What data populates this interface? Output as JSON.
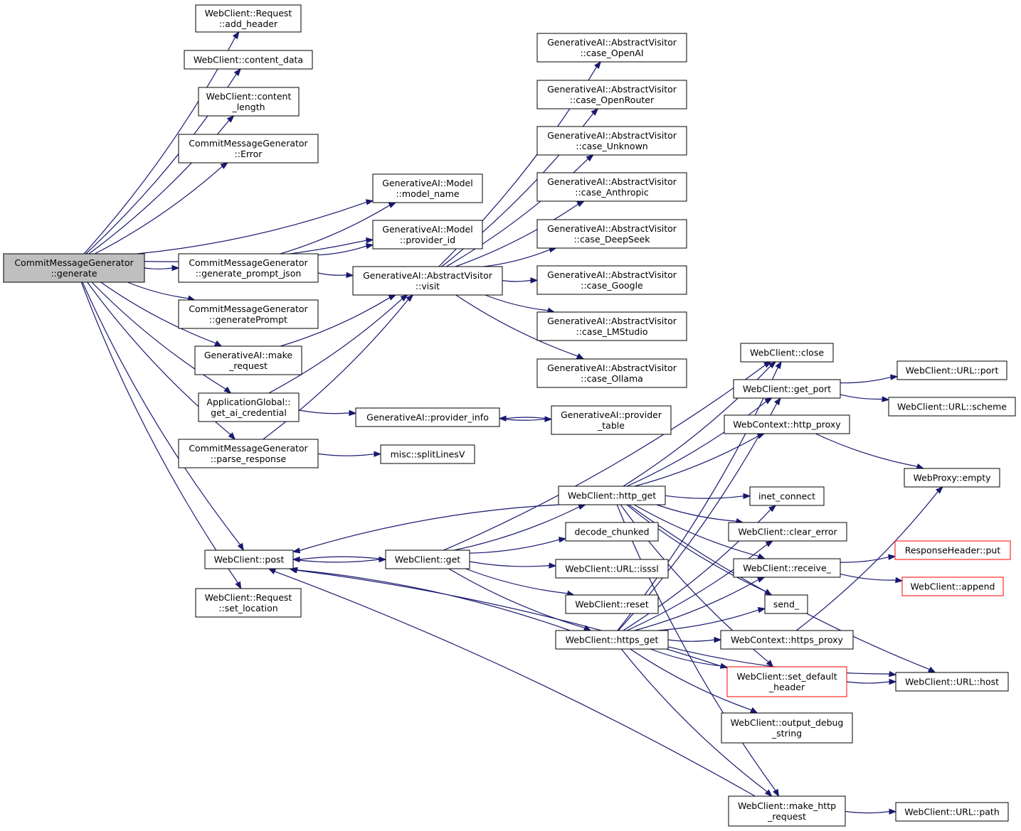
{
  "graph": {
    "title": "",
    "colors": {
      "edge": "#191970",
      "node_border": "#000000",
      "truncated_border": "#ff0000",
      "root_fill": "#bfbfbf",
      "node_fill": "#ffffff"
    },
    "nodes": [
      {
        "id": "root",
        "lines": [
          "CommitMessageGenerator",
          "::generate"
        ],
        "style": "root"
      },
      {
        "id": "add_header",
        "lines": [
          "WebClient::Request",
          "::add_header"
        ]
      },
      {
        "id": "content_data",
        "lines": [
          "WebClient::content_data"
        ]
      },
      {
        "id": "content_length",
        "lines": [
          "WebClient::content",
          "_length"
        ]
      },
      {
        "id": "cmg_error",
        "lines": [
          "CommitMessageGenerator",
          "::Error"
        ]
      },
      {
        "id": "model_name",
        "lines": [
          "GenerativeAI::Model",
          "::model_name"
        ]
      },
      {
        "id": "provider_id",
        "lines": [
          "GenerativeAI::Model",
          "::provider_id"
        ]
      },
      {
        "id": "gen_prompt_json",
        "lines": [
          "CommitMessageGenerator",
          "::generate_prompt_json"
        ]
      },
      {
        "id": "visit",
        "lines": [
          "GenerativeAI::AbstractVisitor",
          "::visit"
        ]
      },
      {
        "id": "generatePrompt",
        "lines": [
          "CommitMessageGenerator",
          "::generatePrompt"
        ]
      },
      {
        "id": "make_request",
        "lines": [
          "GenerativeAI::make",
          "_request"
        ]
      },
      {
        "id": "get_ai_credential",
        "lines": [
          "ApplicationGlobal::",
          "get_ai_credential"
        ]
      },
      {
        "id": "provider_info",
        "lines": [
          "GenerativeAI::provider_info"
        ]
      },
      {
        "id": "provider_table",
        "lines": [
          "GenerativeAI::provider",
          "_table"
        ]
      },
      {
        "id": "parse_response",
        "lines": [
          "CommitMessageGenerator",
          "::parse_response"
        ]
      },
      {
        "id": "splitLinesV",
        "lines": [
          "misc::splitLinesV"
        ]
      },
      {
        "id": "case_OpenAI",
        "lines": [
          "GenerativeAI::AbstractVisitor",
          "::case_OpenAI"
        ]
      },
      {
        "id": "case_OpenRouter",
        "lines": [
          "GenerativeAI::AbstractVisitor",
          "::case_OpenRouter"
        ]
      },
      {
        "id": "case_Unknown",
        "lines": [
          "GenerativeAI::AbstractVisitor",
          "::case_Unknown"
        ]
      },
      {
        "id": "case_Anthropic",
        "lines": [
          "GenerativeAI::AbstractVisitor",
          "::case_Anthropic"
        ]
      },
      {
        "id": "case_DeepSeek",
        "lines": [
          "GenerativeAI::AbstractVisitor",
          "::case_DeepSeek"
        ]
      },
      {
        "id": "case_Google",
        "lines": [
          "GenerativeAI::AbstractVisitor",
          "::case_Google"
        ]
      },
      {
        "id": "case_LMStudio",
        "lines": [
          "GenerativeAI::AbstractVisitor",
          "::case_LMStudio"
        ]
      },
      {
        "id": "case_Ollama",
        "lines": [
          "GenerativeAI::AbstractVisitor",
          "::case_Ollama"
        ]
      },
      {
        "id": "post",
        "lines": [
          "WebClient::post"
        ]
      },
      {
        "id": "set_location",
        "lines": [
          "WebClient::Request",
          "::set_location"
        ]
      },
      {
        "id": "get",
        "lines": [
          "WebClient::get"
        ]
      },
      {
        "id": "http_get",
        "lines": [
          "WebClient::http_get"
        ]
      },
      {
        "id": "https_get",
        "lines": [
          "WebClient::https_get"
        ]
      },
      {
        "id": "decode_chunked",
        "lines": [
          "decode_chunked"
        ]
      },
      {
        "id": "isssl",
        "lines": [
          "WebClient::URL::isssl"
        ]
      },
      {
        "id": "reset",
        "lines": [
          "WebClient::reset"
        ]
      },
      {
        "id": "close",
        "lines": [
          "WebClient::close"
        ]
      },
      {
        "id": "get_port",
        "lines": [
          "WebClient::get_port"
        ]
      },
      {
        "id": "http_proxy",
        "lines": [
          "WebContext::http_proxy"
        ]
      },
      {
        "id": "inet_connect",
        "lines": [
          "inet_connect"
        ]
      },
      {
        "id": "clear_error",
        "lines": [
          "WebClient::clear_error"
        ]
      },
      {
        "id": "receive_",
        "lines": [
          "WebClient::receive_"
        ]
      },
      {
        "id": "send_",
        "lines": [
          "send_"
        ]
      },
      {
        "id": "https_proxy",
        "lines": [
          "WebContext::https_proxy"
        ]
      },
      {
        "id": "set_default_header",
        "lines": [
          "WebClient::set_default",
          "_header"
        ],
        "style": "truncated"
      },
      {
        "id": "output_debug_string",
        "lines": [
          "WebClient::output_debug",
          "_string"
        ]
      },
      {
        "id": "make_http_request",
        "lines": [
          "WebClient::make_http",
          "_request"
        ]
      },
      {
        "id": "url_port",
        "lines": [
          "WebClient::URL::port"
        ]
      },
      {
        "id": "url_scheme",
        "lines": [
          "WebClient::URL::scheme"
        ]
      },
      {
        "id": "proxy_empty",
        "lines": [
          "WebProxy::empty"
        ]
      },
      {
        "id": "response_put",
        "lines": [
          "ResponseHeader::put"
        ],
        "style": "truncated"
      },
      {
        "id": "append",
        "lines": [
          "WebClient::append"
        ],
        "style": "truncated"
      },
      {
        "id": "url_host",
        "lines": [
          "WebClient::URL::host"
        ]
      },
      {
        "id": "url_path",
        "lines": [
          "WebClient::URL::path"
        ]
      }
    ],
    "edges": [
      [
        "root",
        "add_header"
      ],
      [
        "root",
        "content_data"
      ],
      [
        "root",
        "content_length"
      ],
      [
        "root",
        "cmg_error"
      ],
      [
        "root",
        "model_name"
      ],
      [
        "root",
        "provider_id"
      ],
      [
        "root",
        "gen_prompt_json"
      ],
      [
        "root",
        "generatePrompt"
      ],
      [
        "root",
        "make_request"
      ],
      [
        "root",
        "get_ai_credential"
      ],
      [
        "root",
        "parse_response"
      ],
      [
        "root",
        "post"
      ],
      [
        "root",
        "set_location"
      ],
      [
        "gen_prompt_json",
        "model_name"
      ],
      [
        "gen_prompt_json",
        "provider_id"
      ],
      [
        "gen_prompt_json",
        "visit"
      ],
      [
        "make_request",
        "visit"
      ],
      [
        "get_ai_credential",
        "visit"
      ],
      [
        "get_ai_credential",
        "provider_info"
      ],
      [
        "parse_response",
        "visit"
      ],
      [
        "parse_response",
        "splitLinesV"
      ],
      [
        "visit",
        "case_OpenAI"
      ],
      [
        "visit",
        "case_OpenRouter"
      ],
      [
        "visit",
        "case_Unknown"
      ],
      [
        "visit",
        "case_Anthropic"
      ],
      [
        "visit",
        "case_DeepSeek"
      ],
      [
        "visit",
        "case_Google"
      ],
      [
        "visit",
        "case_LMStudio"
      ],
      [
        "visit",
        "case_Ollama"
      ],
      [
        "provider_info",
        "provider_table"
      ],
      [
        "provider_table",
        "provider_info"
      ],
      [
        "post",
        "get"
      ],
      [
        "get",
        "post"
      ],
      [
        "http_get",
        "post"
      ],
      [
        "https_get",
        "post"
      ],
      [
        "set_default_header",
        "post"
      ],
      [
        "make_http_request",
        "post"
      ],
      [
        "get",
        "close"
      ],
      [
        "get",
        "http_get"
      ],
      [
        "get",
        "https_get"
      ],
      [
        "get",
        "decode_chunked"
      ],
      [
        "get",
        "isssl"
      ],
      [
        "get",
        "reset"
      ],
      [
        "http_get",
        "close"
      ],
      [
        "http_get",
        "get_port"
      ],
      [
        "http_get",
        "http_proxy"
      ],
      [
        "http_get",
        "inet_connect"
      ],
      [
        "http_get",
        "clear_error"
      ],
      [
        "http_get",
        "receive_"
      ],
      [
        "http_get",
        "send_"
      ],
      [
        "http_get",
        "set_default_header"
      ],
      [
        "http_get",
        "url_host"
      ],
      [
        "http_get",
        "make_http_request"
      ],
      [
        "https_get",
        "close"
      ],
      [
        "https_get",
        "get_port"
      ],
      [
        "https_get",
        "inet_connect"
      ],
      [
        "https_get",
        "clear_error"
      ],
      [
        "https_get",
        "receive_"
      ],
      [
        "https_get",
        "send_"
      ],
      [
        "https_get",
        "https_proxy"
      ],
      [
        "https_get",
        "set_default_header"
      ],
      [
        "https_get",
        "output_debug_string"
      ],
      [
        "https_get",
        "url_host"
      ],
      [
        "https_get",
        "make_http_request"
      ],
      [
        "get_port",
        "url_port"
      ],
      [
        "get_port",
        "url_scheme"
      ],
      [
        "http_proxy",
        "proxy_empty"
      ],
      [
        "https_proxy",
        "proxy_empty"
      ],
      [
        "receive_",
        "response_put"
      ],
      [
        "receive_",
        "append"
      ],
      [
        "set_default_header",
        "url_host"
      ],
      [
        "make_http_request",
        "url_path"
      ]
    ]
  }
}
